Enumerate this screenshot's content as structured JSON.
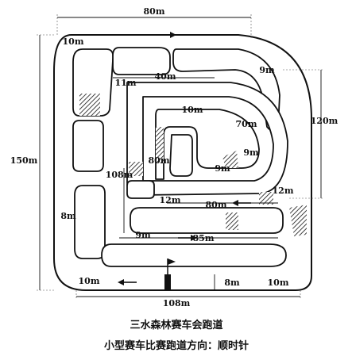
{
  "title": "三水森林赛车会跑道",
  "subtitle": "小型赛车比赛跑道方向：顺时针",
  "dimensions": {
    "top_width": "80m",
    "top_left_corner": "10m",
    "inner_top": "40m",
    "inner_top_left": "11m",
    "right_upper": "9m",
    "right_height": "120m",
    "left_height": "150m",
    "spiral_top": "10m",
    "spiral_right": "70m",
    "spiral_inner_a": "9m",
    "spiral_inner_b": "9m",
    "spiral_left": "80m",
    "mid_left": "108m",
    "lower_12m_left": "12m",
    "lower_12m_right": "12m",
    "lower_80m": "80m",
    "left_8m": "8m",
    "bottom_9m": "9m",
    "bottom_85m": "85m",
    "bottom_left_10m": "10m",
    "bottom_8m": "8m",
    "bottom_right_10m": "10m",
    "bottom_width": "108m"
  }
}
